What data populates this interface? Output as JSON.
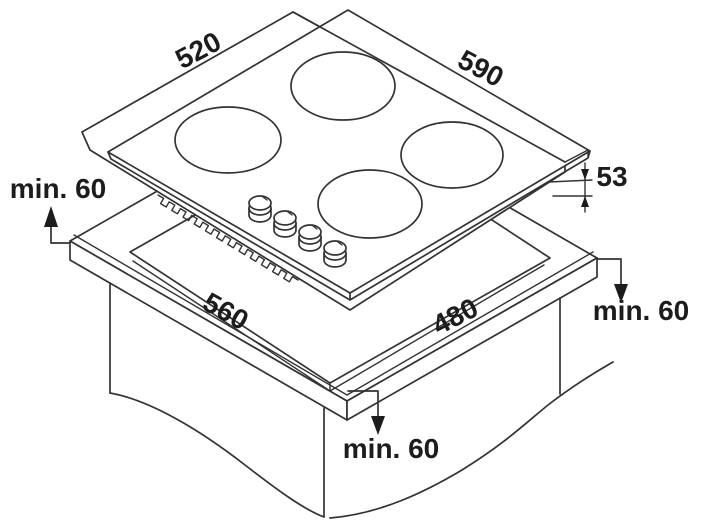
{
  "diagram": {
    "title_hidden": "",
    "labels": {
      "hob_edge_left": "520",
      "hob_edge_right": "590",
      "hob_height": "53",
      "cutout_edge_left": "560",
      "cutout_edge_right": "480",
      "clearance_left": "min. 60",
      "clearance_right": "min. 60",
      "clearance_bottom": "min. 60"
    },
    "colors": {
      "line": "#333333",
      "text": "#1c1c1c",
      "background": "#ffffff"
    }
  }
}
